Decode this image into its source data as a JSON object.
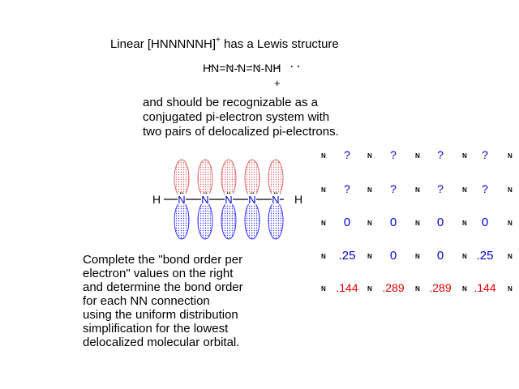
{
  "header": {
    "title_prefix": "Linear  [HNNNNNH]",
    "title_sup": "+",
    "title_suffix": " has a Lewis structure"
  },
  "lewis": {
    "formula": "HN=N-N=N-NH",
    "lone_pairs": ".. .. .. .. ..",
    "charge": "+"
  },
  "intro_text": "and should be recognizable as a\nconjugated pi-electron system with\ntwo pairs of delocalized pi-electrons.",
  "diagram": {
    "end_atom_left": "H",
    "end_atom_right": "H",
    "atom_label": "N",
    "lone_pair": "..",
    "colors": {
      "upper_lobe": "#e06666",
      "lower_lobe": "#3333ff",
      "atom": "#0000cc"
    }
  },
  "task_text": "Complete the \"bond order per\nelectron\" values on the right\nand determine the bond order\nfor each NN connection\nusing the uniform distribution\nsimplification for the lowest\ndelocalized molecular orbital.",
  "grid": {
    "atom_label": "N",
    "rows": [
      {
        "kind": "q",
        "values": [
          "?",
          "?",
          "?",
          "?"
        ]
      },
      {
        "kind": "q",
        "values": [
          "?",
          "?",
          "?",
          "?"
        ]
      },
      {
        "kind": "v",
        "values": [
          "0",
          "0",
          "0",
          "0"
        ]
      },
      {
        "kind": "v",
        "values": [
          ".25",
          "0",
          "0",
          ".25"
        ]
      },
      {
        "kind": "r",
        "values": [
          ".144",
          ".289",
          ".289",
          ".144"
        ]
      }
    ]
  }
}
